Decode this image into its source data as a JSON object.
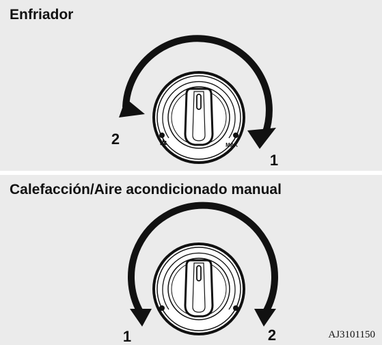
{
  "panels": [
    {
      "title": "Enfriador",
      "left_number": "2",
      "right_number": "1",
      "knob_labels": {
        "cold_icon": "snowflake-icon",
        "max_label": "MAX"
      }
    },
    {
      "title": "Calefacción/Aire acondicionado manual",
      "left_number": "1",
      "right_number": "2"
    }
  ],
  "figure_code": "AJ3101150",
  "colors": {
    "background": "#ebebeb",
    "ink": "#111111"
  }
}
